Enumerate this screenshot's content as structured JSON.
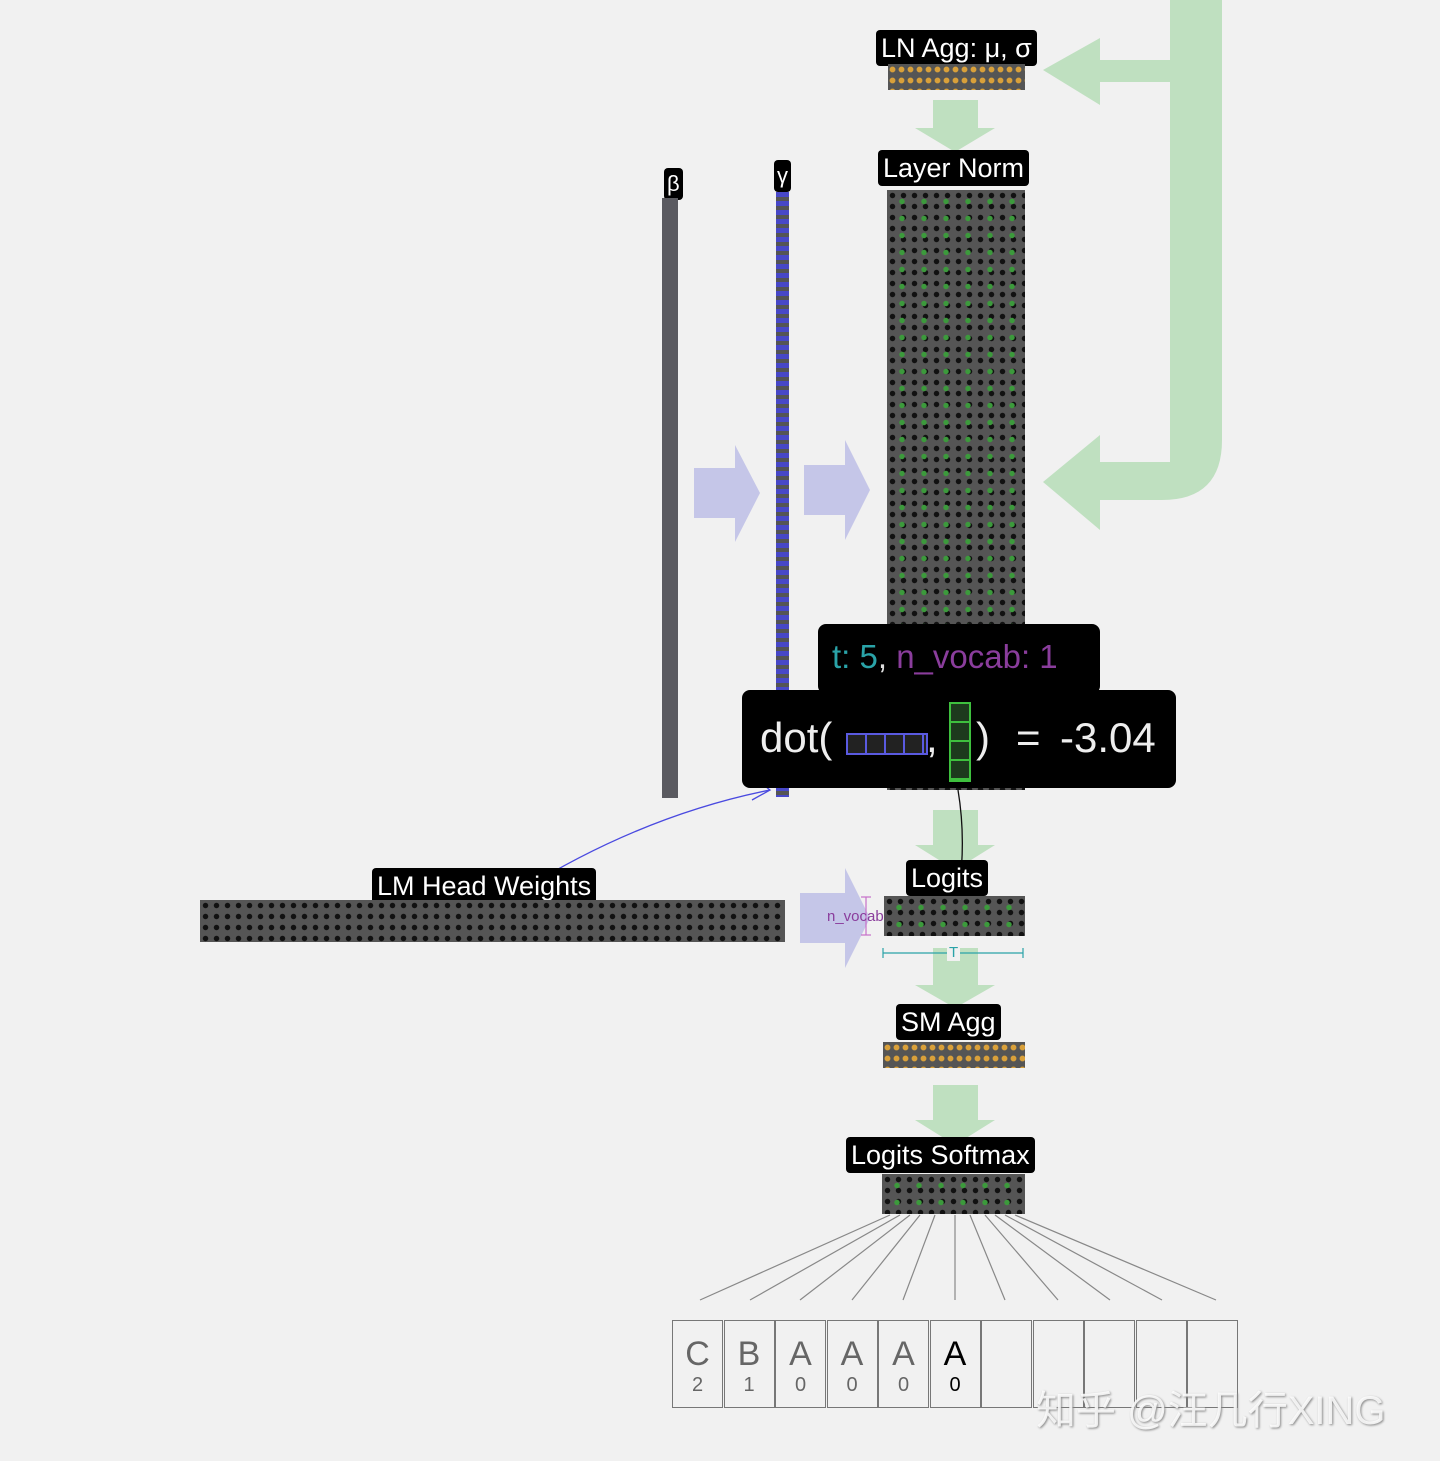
{
  "labels": {
    "ln_agg": "LN Agg: μ, σ",
    "layer_norm": "Layer Norm",
    "beta": "β",
    "gamma": "γ",
    "lm_head": "LM Head Weights",
    "logits": "Logits",
    "sm_agg": "SM Agg",
    "softmax": "Logits Softmax",
    "n_vocab_dim": "n_vocab",
    "t_dim": "T"
  },
  "tooltip": {
    "t_label": "t: 5",
    "sep": ", ",
    "vocab_label": "n_vocab: 1",
    "dot": "dot(",
    "comma": ",",
    "close": ")",
    "eq": "=",
    "value": "-3.04"
  },
  "tokens": [
    {
      "ch": "C",
      "ix": "2"
    },
    {
      "ch": "B",
      "ix": "1"
    },
    {
      "ch": "A",
      "ix": "0"
    },
    {
      "ch": "A",
      "ix": "0"
    },
    {
      "ch": "A",
      "ix": "0"
    },
    {
      "ch": "A",
      "ix": "0"
    },
    {
      "ch": "",
      "ix": ""
    },
    {
      "ch": "",
      "ix": ""
    },
    {
      "ch": "",
      "ix": ""
    },
    {
      "ch": "",
      "ix": ""
    },
    {
      "ch": "",
      "ix": ""
    }
  ],
  "watermark": "知乎 @汪几行XING",
  "colors": {
    "flow_green": "#b9dfba",
    "flow_purple": "#c5c6e8",
    "t_color": "#2aa3a8",
    "vocab_color": "#8a3d9c"
  }
}
